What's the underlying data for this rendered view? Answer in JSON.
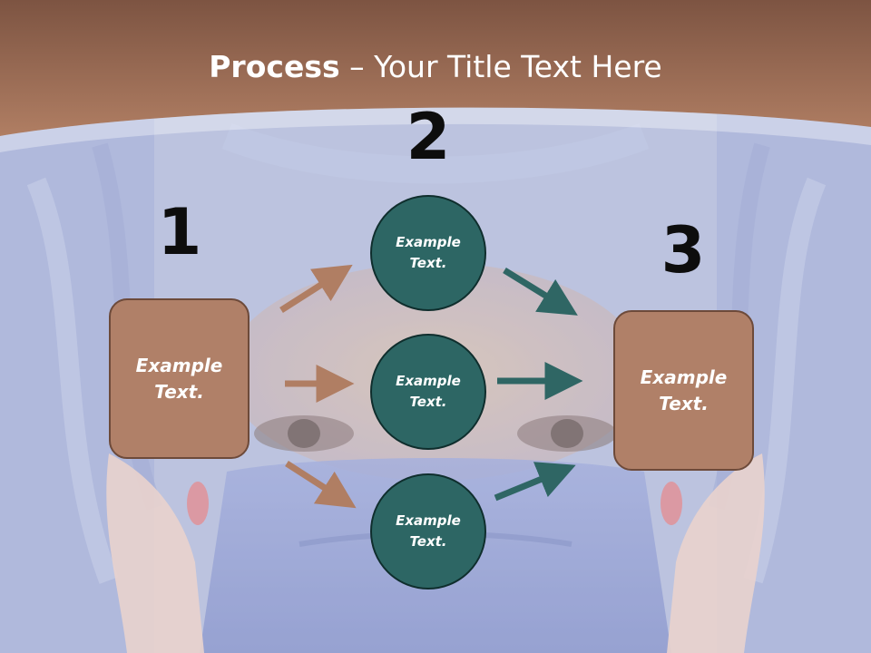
{
  "slide": {
    "title_bold": "Process",
    "title_rest": " – Your Title Text Here",
    "colors": {
      "header": "#8a5a45",
      "box_fill": "#b08068",
      "box_border": "#6d4a3a",
      "circle_fill": "#2d6664",
      "circle_border": "#0f2e2d",
      "arrow_brown": "#b07e63",
      "arrow_teal": "#2f6664"
    }
  },
  "steps": {
    "one": {
      "number": "1",
      "text": "Example Text."
    },
    "two": {
      "number": "2"
    },
    "three": {
      "number": "3",
      "text": "Example Text."
    }
  },
  "circles": [
    {
      "text": "Example Text."
    },
    {
      "text": "Example Text."
    },
    {
      "text": "Example Text."
    }
  ]
}
